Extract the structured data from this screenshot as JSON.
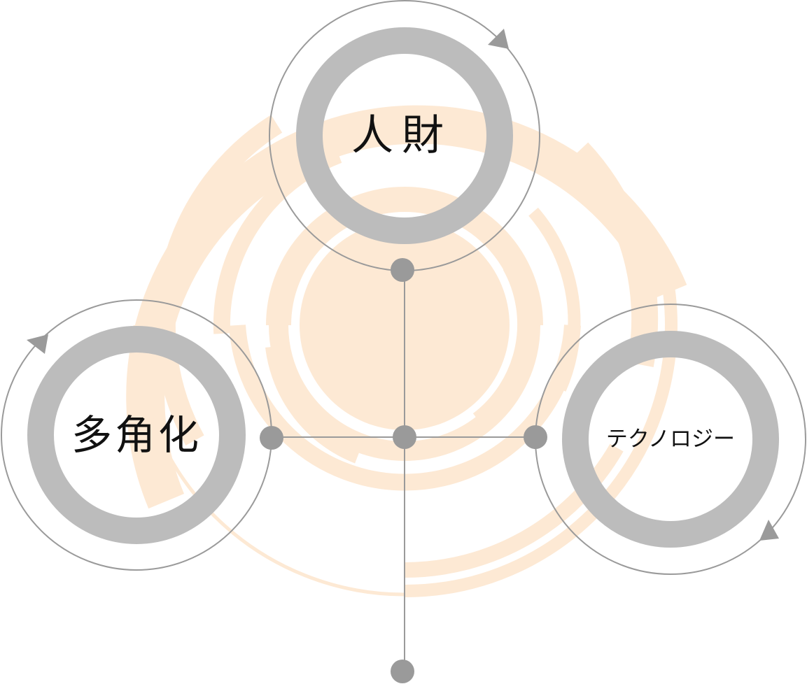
{
  "nodes": {
    "top": {
      "label": "人財"
    },
    "left": {
      "label": "多角化"
    },
    "right": {
      "label": "テクノロジー"
    }
  },
  "colors": {
    "background_rings": "#fde9d4",
    "ring": "#bcbcbc",
    "outline": "#9a9a9a",
    "connector": "#9a9a9a",
    "text": "#111111"
  }
}
